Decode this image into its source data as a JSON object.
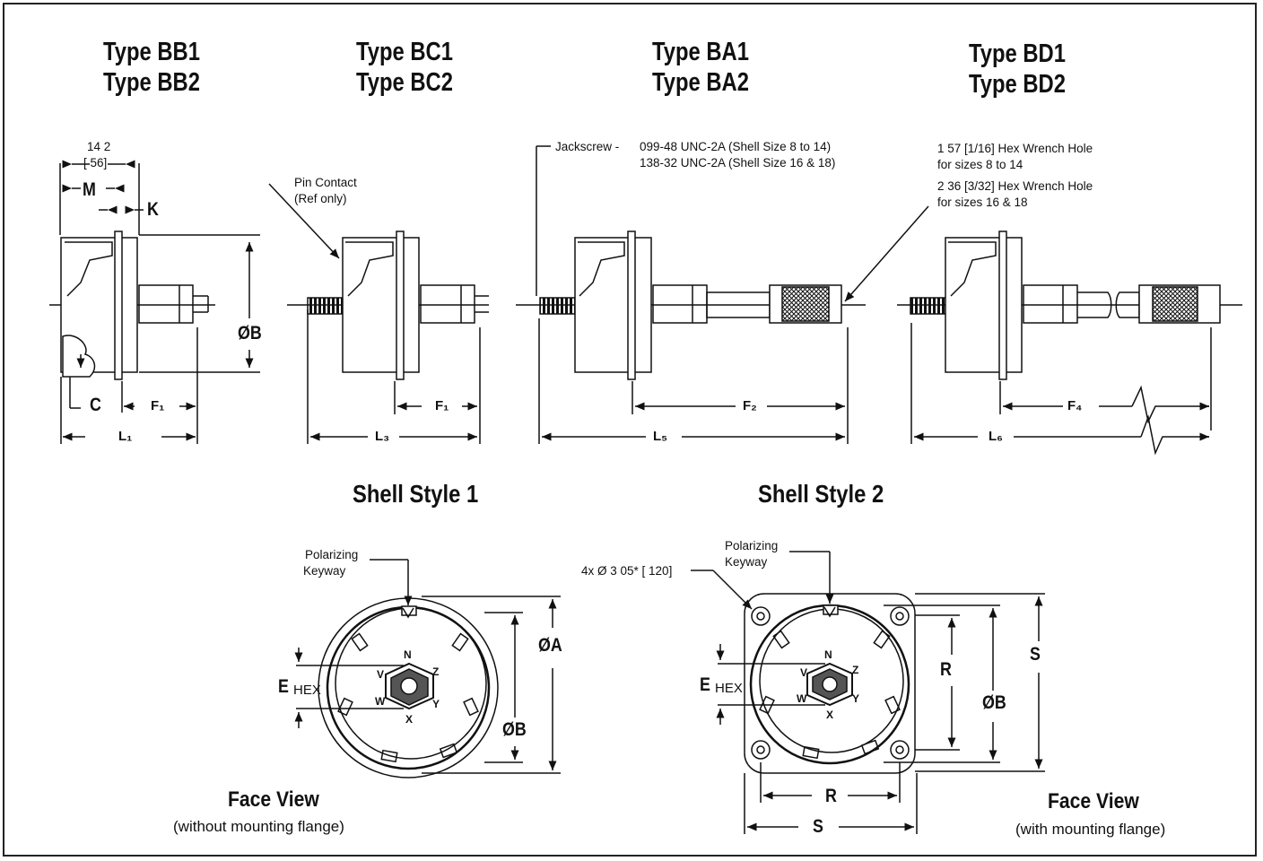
{
  "types": {
    "bb": [
      "Type BB1",
      "Type BB2"
    ],
    "bc": [
      "Type BC1",
      "Type BC2"
    ],
    "ba": [
      "Type BA1",
      "Type BA2"
    ],
    "bd": [
      "Type BD1",
      "Type BD2"
    ]
  },
  "bb_dims": {
    "top": "14 2",
    "bracket": "[ 56]",
    "m": "M",
    "k": "K",
    "b": "ØB",
    "c": "C",
    "f1": "F₁",
    "l1": "L₁"
  },
  "bc_dims": {
    "pin_contact": "Pin Contact",
    "ref_only": "(Ref only)",
    "f1": "F₁",
    "l3": "L₃"
  },
  "ba_dims": {
    "jackscrew_label": "Jackscrew -",
    "jackscrew_line1": "099-48 UNC-2A (Shell Size 8 to 14)",
    "jackscrew_line2": "138-32 UNC-2A (Shell Size 16 & 18)",
    "f2": "F₂",
    "l5": "L₅"
  },
  "bd_dims": {
    "hex1_line1": "1 57 [1/16] Hex Wrench Hole",
    "hex1_line2": "for sizes 8 to 14",
    "hex2_line1": "2 36 [3/32] Hex Wrench Hole",
    "hex2_line2": "for sizes 16 & 18",
    "f4": "F₄",
    "l6": "L₆"
  },
  "shell1": {
    "title": "Shell Style 1",
    "polarizing": "Polarizing",
    "keyway": "Keyway",
    "a": "ØA",
    "b": "ØB",
    "e": "E",
    "hex": "HEX",
    "contacts": {
      "n": "N",
      "v": "V",
      "z": "Z",
      "w": "W",
      "y": "Y",
      "x": "X"
    },
    "face_view": "Face View",
    "face_sub": "(without mounting flange)"
  },
  "shell2": {
    "title": "Shell Style 2",
    "polarizing": "Polarizing",
    "keyway": "Keyway",
    "holes": "4x Ø 3 05* [ 120]",
    "r": "R",
    "s": "S",
    "b": "ØB",
    "e": "E",
    "hex": "HEX",
    "r2": "R",
    "s2": "S",
    "contacts": {
      "n": "N",
      "v": "V",
      "z": "Z",
      "w": "W",
      "y": "Y",
      "x": "X"
    },
    "face_view": "Face View",
    "face_sub": "(with mounting flange)"
  }
}
